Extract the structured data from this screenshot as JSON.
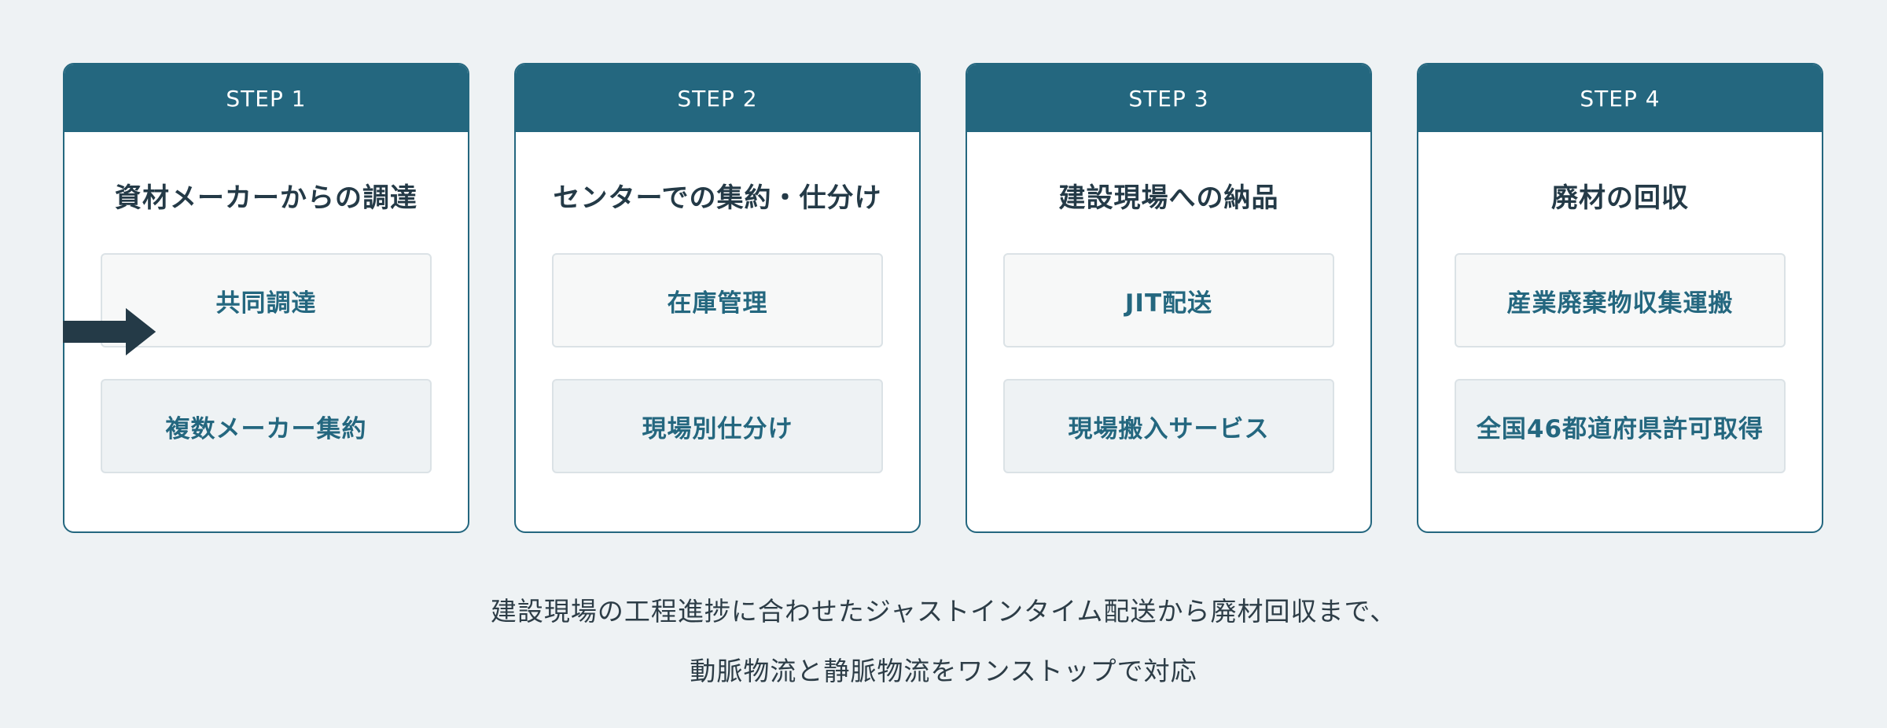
{
  "steps": [
    {
      "label": "STEP 1",
      "title": "資材メーカーからの調達",
      "items": [
        "共同調達",
        "複数メーカー集約"
      ]
    },
    {
      "label": "STEP 2",
      "title": "センターでの集約・仕分け",
      "items": [
        "在庫管理",
        "現場別仕分け"
      ]
    },
    {
      "label": "STEP 3",
      "title": "建設現場への納品",
      "items": [
        "JIT配送",
        "現場搬入サービス"
      ]
    },
    {
      "label": "STEP 4",
      "title": "廃材の回収",
      "items": [
        "産業廃棄物収集運搬",
        "全国46都道府県許可取得"
      ]
    }
  ],
  "caption": {
    "line1": "建設現場の工程進捗に合わせたジャストインタイム配送から廃材回収まで、",
    "line2": "動脈物流と静脈物流をワンストップで対応"
  },
  "colors": {
    "background": "#eef2f4",
    "header": "#24677f",
    "arrow": "#243a47",
    "item_text": "#24677f",
    "title_text": "#243a47"
  },
  "icons": {
    "connector": "arrow-right-icon"
  }
}
